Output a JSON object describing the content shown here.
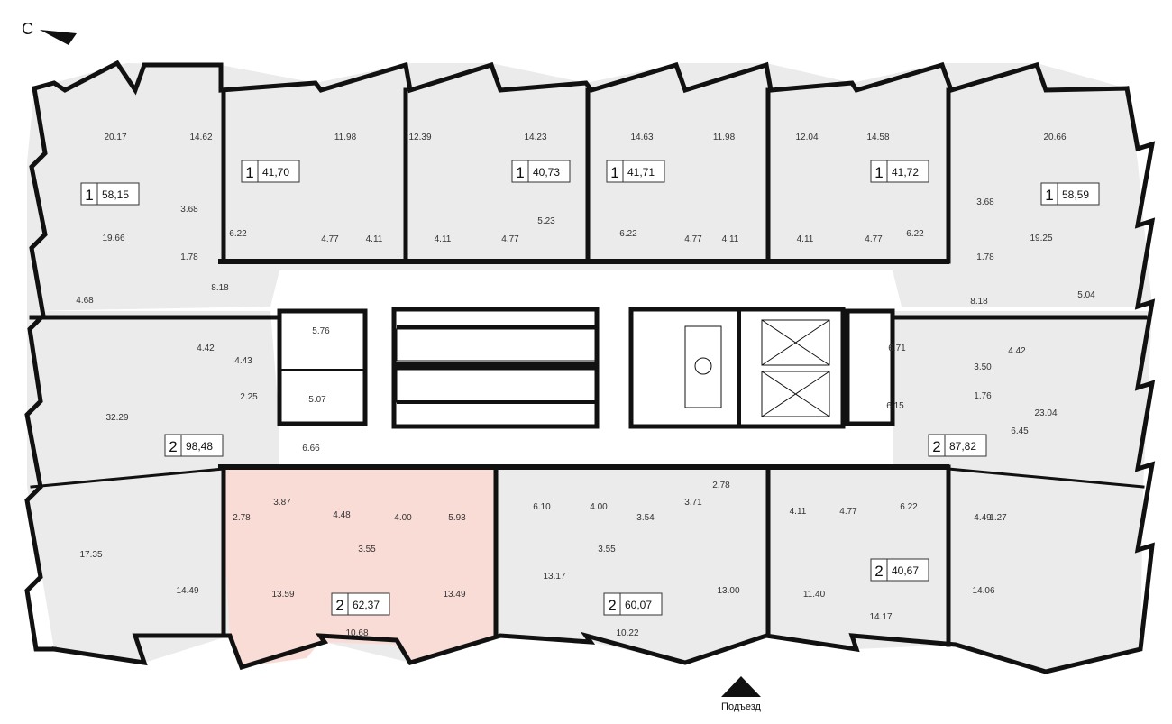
{
  "compass": {
    "label": "С",
    "icon": "north-arrow-icon"
  },
  "entrance": {
    "label": "Подъезд",
    "icon": "entrance-triangle-icon"
  },
  "colors": {
    "wall": "#111111",
    "room_fill": "#ebebeb",
    "highlight_fill": "#f9dcd6",
    "core_fill": "#ffffff"
  },
  "apartments": [
    {
      "rooms": "1",
      "area": "58,15"
    },
    {
      "rooms": "1",
      "area": "41,70"
    },
    {
      "rooms": "1",
      "area": "40,73"
    },
    {
      "rooms": "1",
      "area": "41,71"
    },
    {
      "rooms": "1",
      "area": "41,72"
    },
    {
      "rooms": "1",
      "area": "58,59"
    },
    {
      "rooms": "2",
      "area": "98,48"
    },
    {
      "rooms": "2",
      "area": "87,82"
    },
    {
      "rooms": "2",
      "area": "62,37"
    },
    {
      "rooms": "2",
      "area": "60,07"
    },
    {
      "rooms": "2",
      "area": "40,67"
    }
  ],
  "room_areas": [
    "20.17",
    "14.62",
    "11.98",
    "12.39",
    "14.23",
    "14.63",
    "11.98",
    "12.04",
    "14.58",
    "20.66",
    "3.68",
    "6.22",
    "4.77",
    "4.11",
    "4.11",
    "4.77",
    "5.23",
    "6.22",
    "4.77",
    "4.11",
    "4.11",
    "4.77",
    "6.22",
    "3.68",
    "19.66",
    "1.78",
    "19.25",
    "1.78",
    "4.68",
    "8.18",
    "8.18",
    "5.04",
    "4.42",
    "4.43",
    "5.76",
    "5.07",
    "2.25",
    "6.71",
    "6.15",
    "3.50",
    "1.76",
    "4.42",
    "32.29",
    "23.04",
    "6.66",
    "6.45",
    "3.87",
    "4.48",
    "2.78",
    "4.00",
    "5.93",
    "6.10",
    "4.00",
    "3.54",
    "3.71",
    "2.78",
    "4.11",
    "4.77",
    "6.22",
    "4.49",
    "1.27",
    "3.55",
    "3.55",
    "17.35",
    "14.49",
    "13.59",
    "10.68",
    "13.49",
    "13.17",
    "10.22",
    "13.00",
    "11.40",
    "14.17",
    "14.06"
  ]
}
